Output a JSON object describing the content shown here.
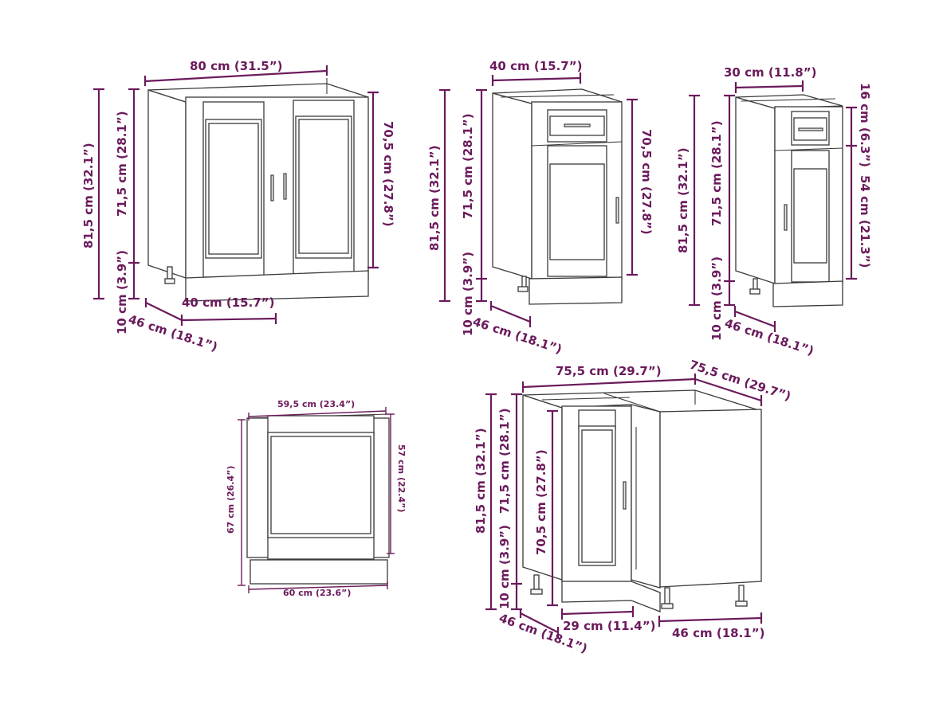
{
  "colors": {
    "dimension": "#6b1a5c",
    "outline": "#3a3a3a",
    "background": "#ffffff"
  },
  "cabinets": {
    "sink_base": {
      "width": "80 cm (31.5”)",
      "total_height": "81,5 cm (32.1”)",
      "body_height": "71,5 cm (28.1”)",
      "plinth_height": "10 cm (3.9”)",
      "door_height": "70,5 cm (27.8”)",
      "depth": "46 cm (18.1”)",
      "plinth_depth": "40 cm (15.7”)"
    },
    "drawer_base_40": {
      "width": "40 cm (15.7”)",
      "total_height": "81,5 cm (32.1”)",
      "body_height": "71,5 cm (28.1”)",
      "plinth_height": "10 cm (3.9”)",
      "door_height": "70,5 cm (27.8”)",
      "depth": "46 cm (18.1”)"
    },
    "drawer_base_30": {
      "width": "30 cm (11.8”)",
      "total_height": "81,5 cm (32.1”)",
      "body_height": "71,5 cm (28.1”)",
      "plinth_height": "10 cm (3.9”)",
      "drawer_height": "16 cm (6.3”)",
      "door_height": "54 cm (21.3”)",
      "depth": "46 cm (18.1”)"
    },
    "dishwasher_panel": {
      "top_width": "59,5 cm (23.4”)",
      "bottom_width": "60 cm (23.6”)",
      "total_height": "67 cm (26.4”)",
      "door_height": "57 cm (22.4”)"
    },
    "corner_base": {
      "width_front": "75,5 cm (29.7”)",
      "width_side": "75,5 cm (29.7”)",
      "total_height": "81,5 cm (32.1”)",
      "body_height": "71,5 cm (28.1”)",
      "plinth_height": "10 cm (3.9”)",
      "door_height": "70,5 cm (27.8”)",
      "depth": "46 cm (18.1”)",
      "door_width": "29 cm (11.4”)",
      "side_depth": "46 cm (18.1”)"
    }
  }
}
